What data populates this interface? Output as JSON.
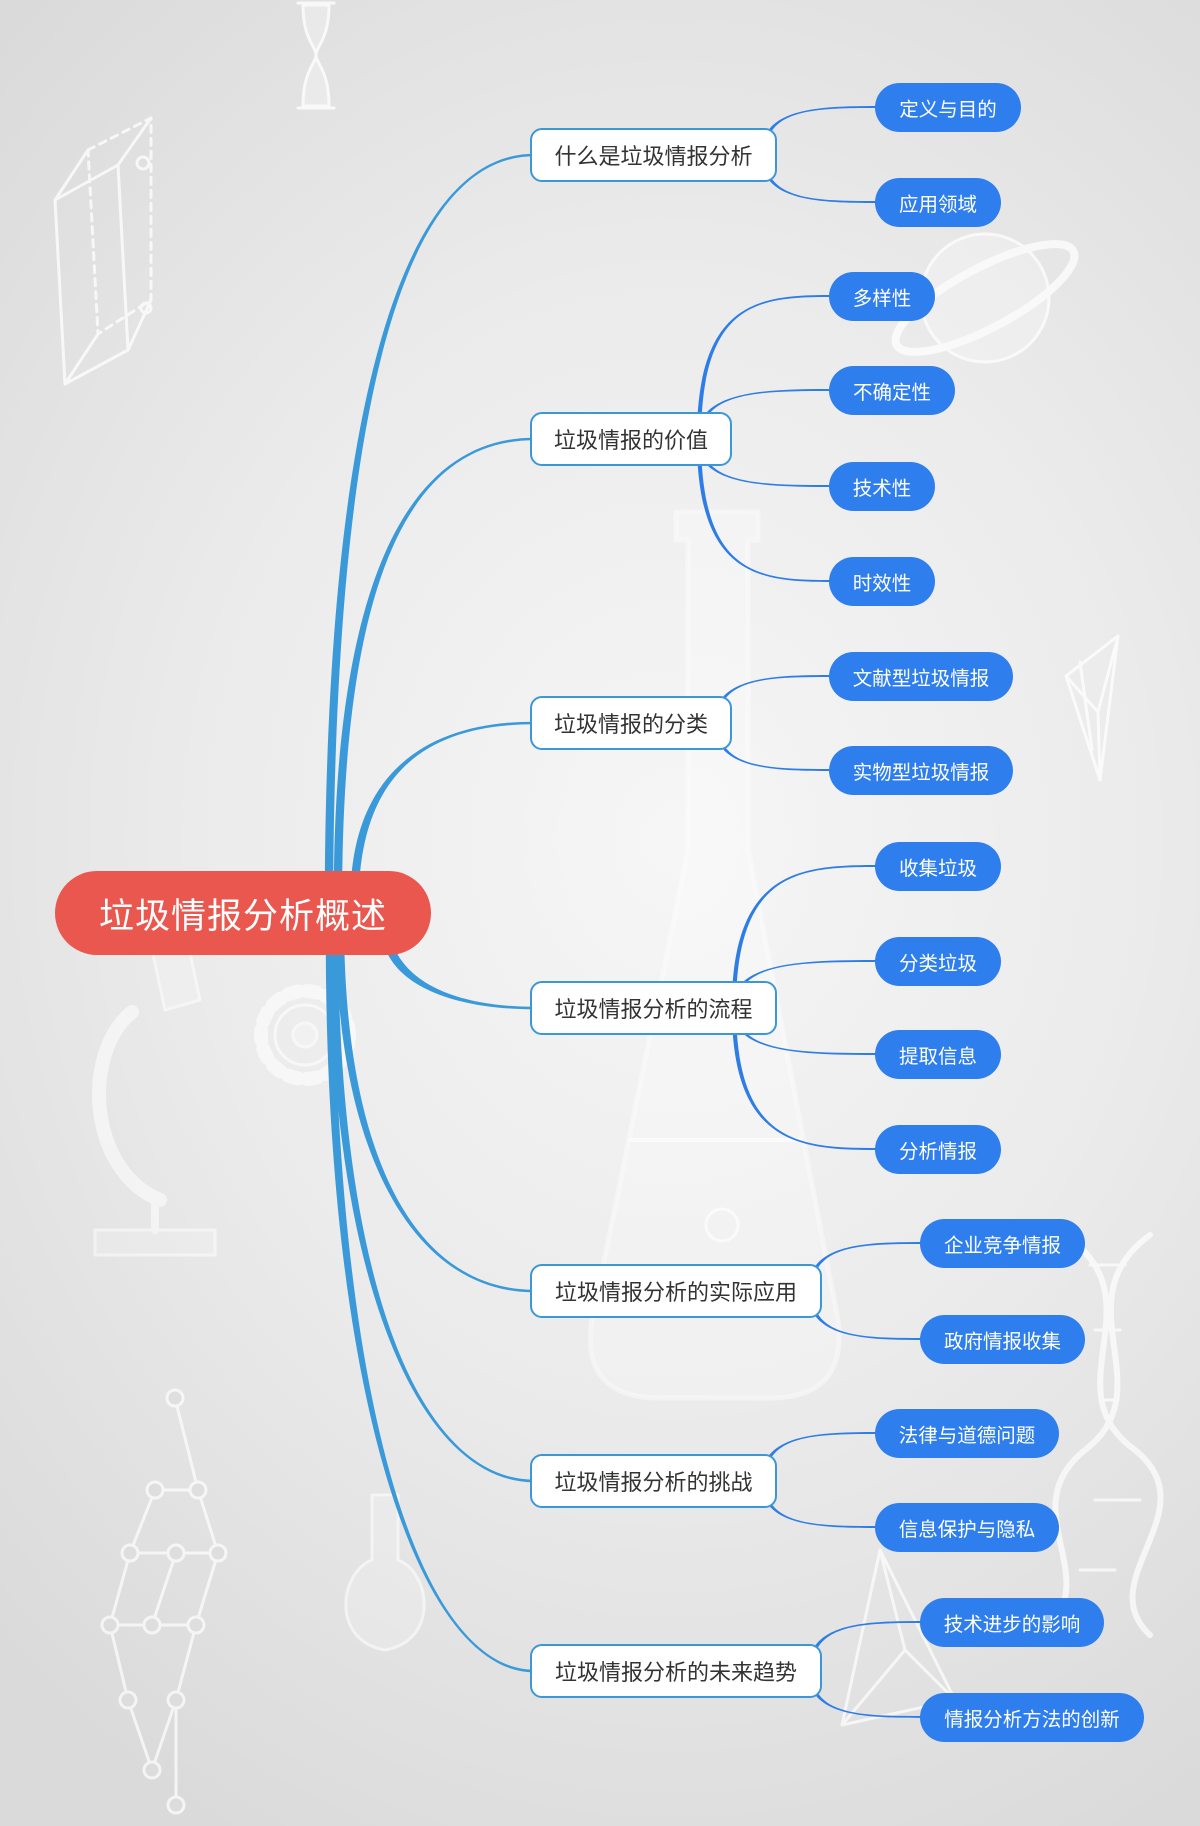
{
  "root": {
    "label": "垃圾情报分析概述"
  },
  "branches": [
    {
      "label": "什么是垃圾情报分析",
      "children": [
        "定义与目的",
        "应用领域"
      ]
    },
    {
      "label": "垃圾情报的价值",
      "children": [
        "多样性",
        "不确定性",
        "技术性",
        "时效性"
      ]
    },
    {
      "label": "垃圾情报的分类",
      "children": [
        "文献型垃圾情报",
        "实物型垃圾情报"
      ]
    },
    {
      "label": "垃圾情报分析的流程",
      "children": [
        "收集垃圾",
        "分类垃圾",
        "提取信息",
        "分析情报"
      ]
    },
    {
      "label": "垃圾情报分析的实际应用",
      "children": [
        "企业竞争情报",
        "政府情报收集"
      ]
    },
    {
      "label": "垃圾情报分析的挑战",
      "children": [
        "法律与道德问题",
        "信息保护与隐私"
      ]
    },
    {
      "label": "垃圾情报分析的未来趋势",
      "children": [
        "技术进步的影响",
        "情报分析方法的创新"
      ]
    }
  ],
  "colors": {
    "root_fill": "#e9574f",
    "root_text": "#ffffff",
    "branch_fill": "#ffffff",
    "branch_border": "#3b97d6",
    "branch_text": "#333333",
    "leaf_fill": "#2f7eed",
    "leaf_text": "#ffffff",
    "trunk_line": "#3a9ad9",
    "twig_line": "#2e7de6"
  }
}
